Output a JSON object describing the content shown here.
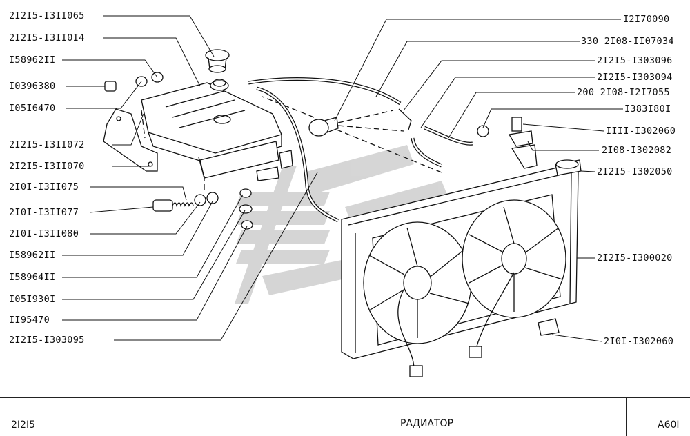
{
  "left_labels": [
    "2I2I5-I3II065",
    "2I2I5-I3II0I4",
    "I58962II",
    "I0396380",
    "I05I6470",
    "2I2I5-I3II072",
    "2I2I5-I3II070",
    "2I0I-I3II075",
    "2I0I-I3II077",
    "2I0I-I3II080",
    "I58962II",
    "I58964II",
    "I05I930I",
    "II95470",
    "2I2I5-I303095"
  ],
  "right_labels": [
    "I2I70090",
    "330 2I08-II07034",
    "2I2I5-I303096",
    "2I2I5-I303094",
    "200 2I08-I2I7055",
    "I383I80I",
    "IIII-I302060",
    "2I08-I302082",
    "2I2I5-I302050",
    "2I2I5-I300020",
    "2I0I-I302060"
  ],
  "footer": {
    "model": "2I2I5",
    "title": "РАДИАТОР",
    "code": "A60I"
  }
}
